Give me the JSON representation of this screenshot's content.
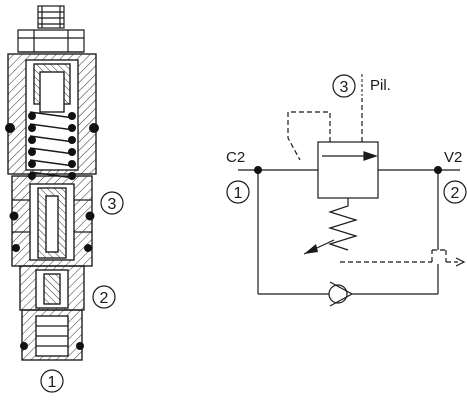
{
  "port_labels": {
    "cutaway_port_3": "3",
    "cutaway_port_2": "2",
    "cutaway_port_1": "1",
    "schematic_port_1": "1",
    "schematic_port_2": "2",
    "schematic_port_3": "3"
  },
  "line_labels": {
    "c2": "C2",
    "v2": "V2",
    "pilot": "Pil."
  },
  "colors": {
    "ink": "#1a1a1a",
    "hatch": "#333333",
    "body_fill": "#ffffff",
    "ball_fill": "#111111",
    "dark_gray": "#555555"
  },
  "icons": {
    "spring_cutaway": "spring-coil-icon",
    "check_valve": "check-valve-icon",
    "pilot_arrow": "flow-arrow-icon",
    "drain_arrow": "drain-arrow-icon"
  }
}
